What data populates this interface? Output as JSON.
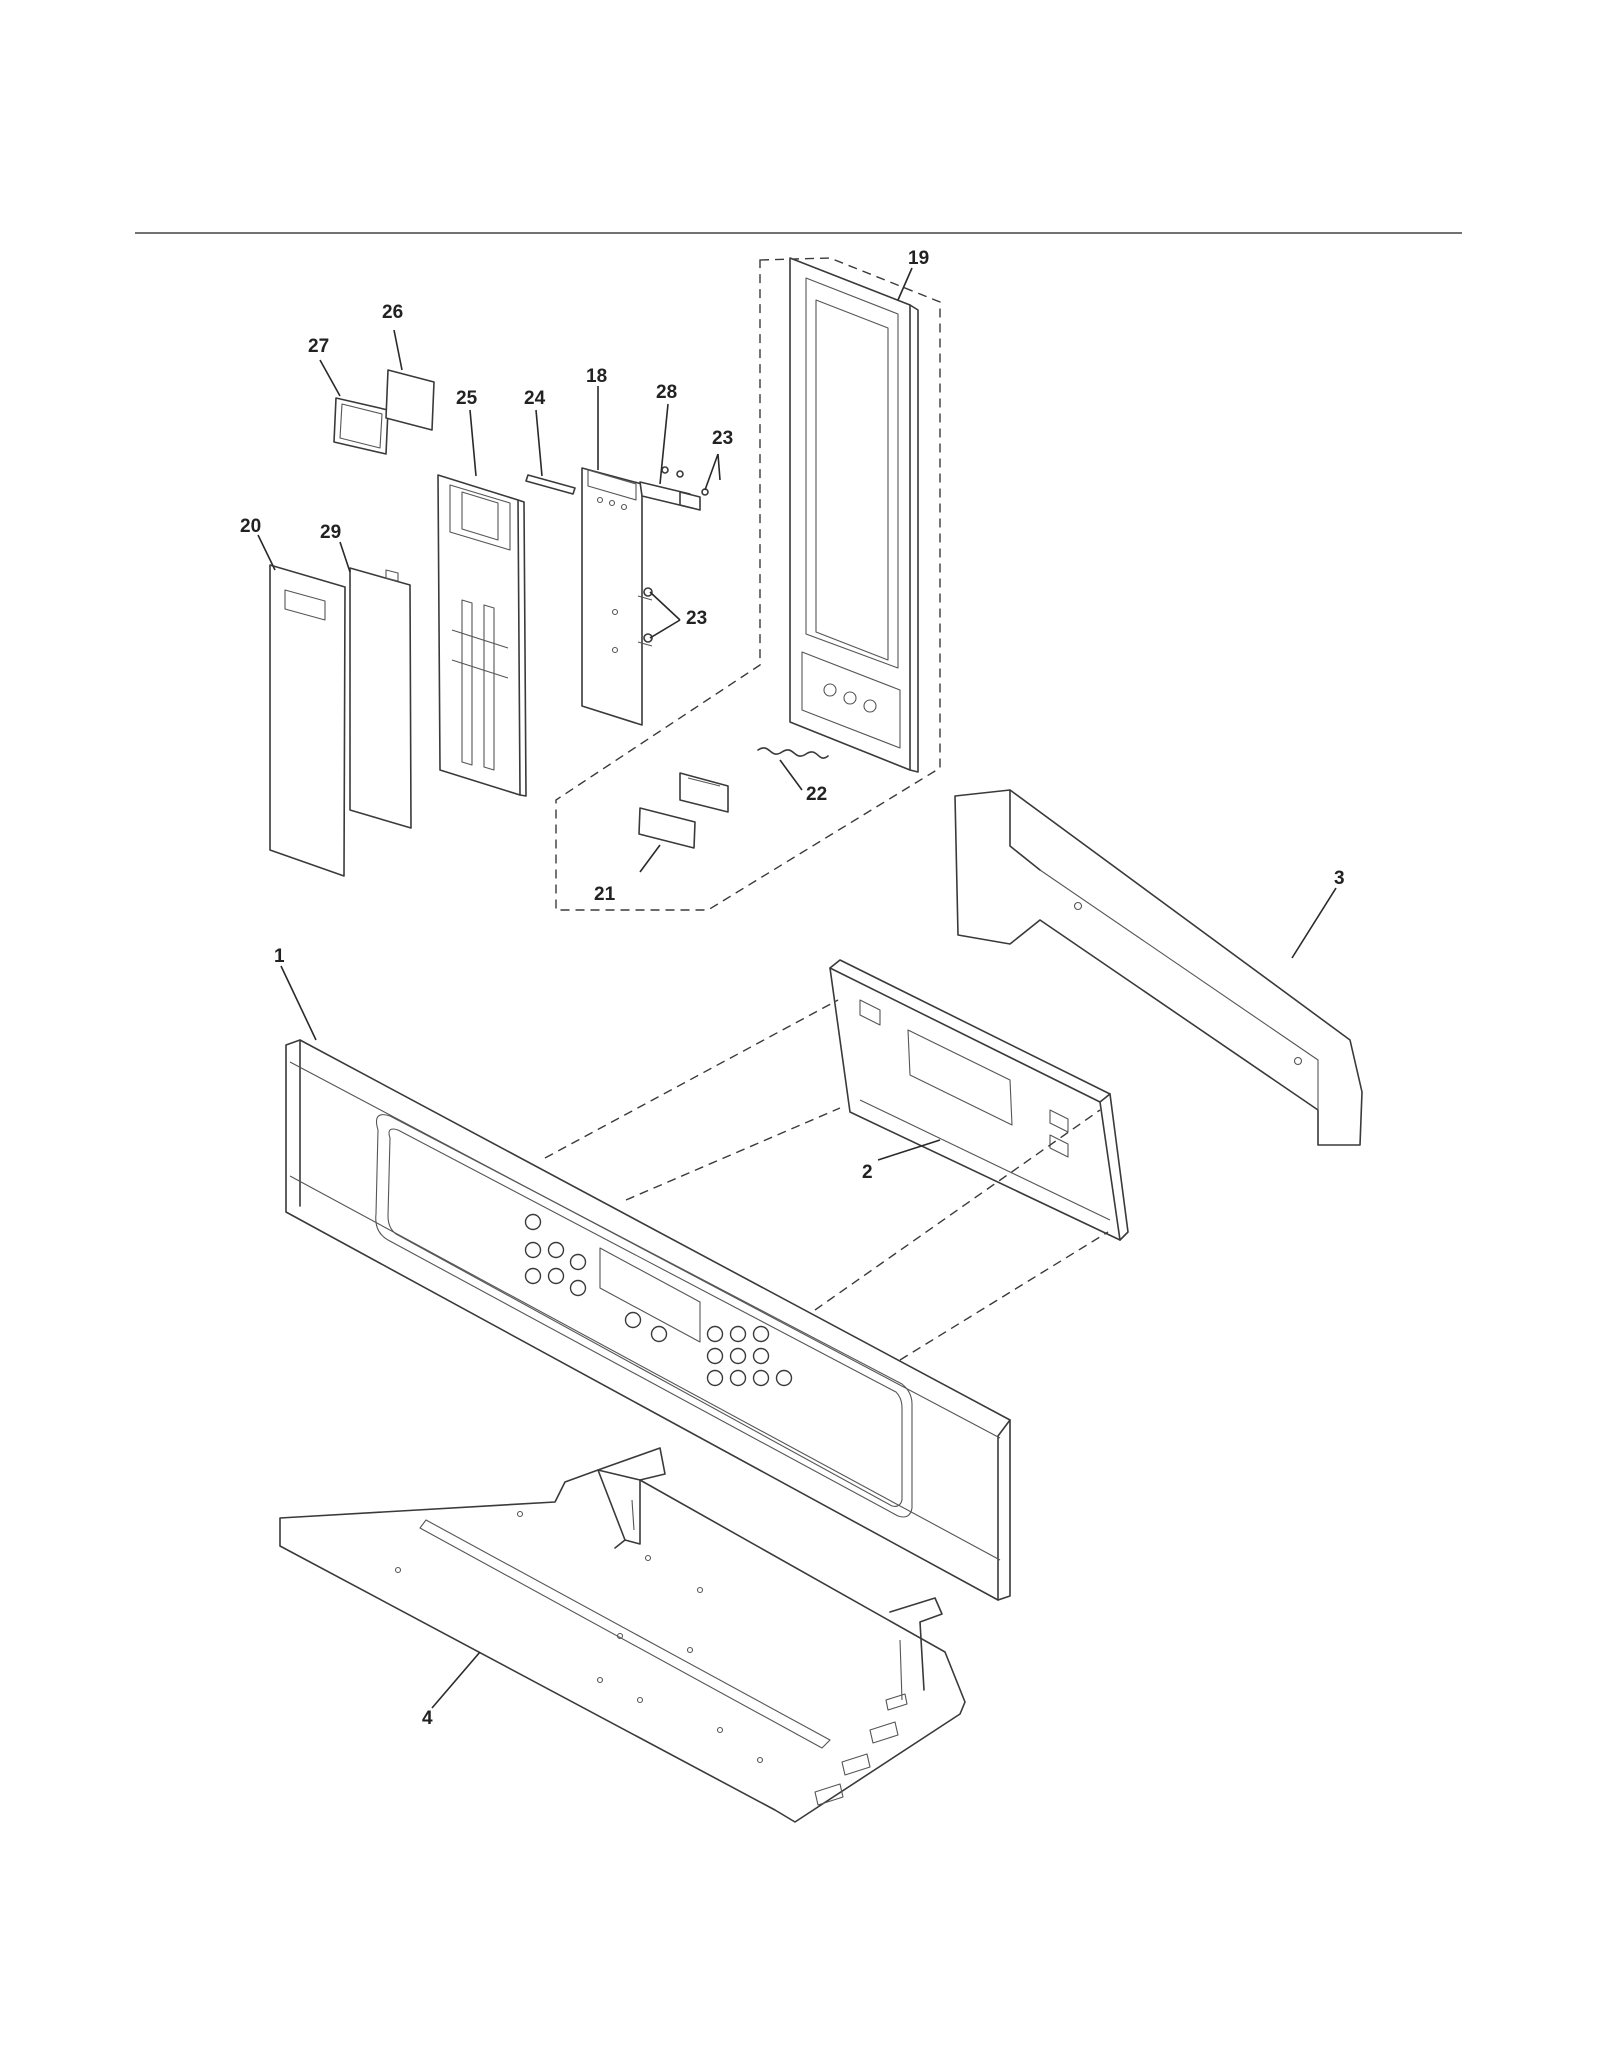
{
  "callouts": {
    "c1": "1",
    "c2": "2",
    "c3": "3",
    "c4": "4",
    "c18": "18",
    "c19": "19",
    "c20": "20",
    "c21": "21",
    "c22": "22",
    "c23a": "23",
    "c23b": "23",
    "c24": "24",
    "c25": "25",
    "c26": "26",
    "c27": "27",
    "c28": "28",
    "c29": "29"
  }
}
